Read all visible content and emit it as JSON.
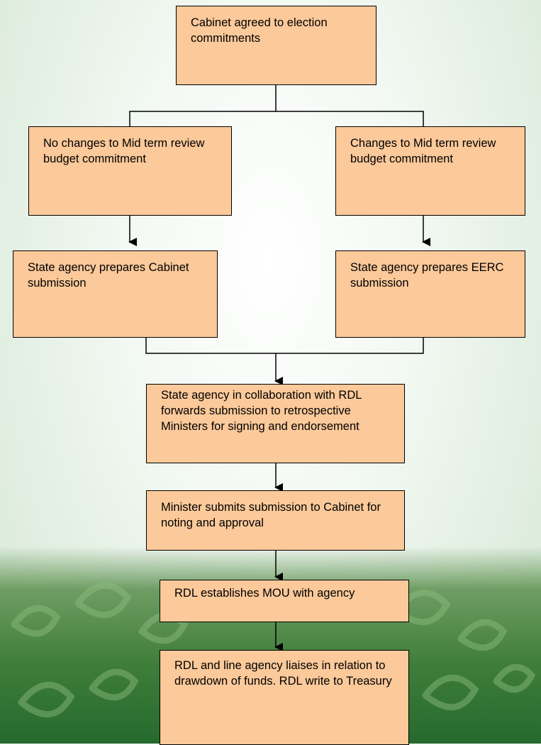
{
  "flowchart": {
    "nodes": {
      "cabinet_agreed": "Cabinet agreed to election commitments",
      "no_changes": "No changes to Mid term review budget commitment",
      "changes": "Changes to Mid term review budget commitment",
      "cabinet_submission": "State agency prepares Cabinet submission",
      "eerc_submission": "State agency prepares EERC submission",
      "forward_submission": "State agency in collaboration with RDL forwards submission to retrospective Ministers for signing and endorsement",
      "minister_submits": "Minister submits submission to Cabinet for noting and approval",
      "mou": "RDL establishes MOU with agency",
      "liaise": "RDL and line agency liaises in relation to drawdown of funds. RDL write to Treasury"
    },
    "edges": [
      [
        "cabinet_agreed",
        "no_changes"
      ],
      [
        "cabinet_agreed",
        "changes"
      ],
      [
        "no_changes",
        "cabinet_submission"
      ],
      [
        "changes",
        "eerc_submission"
      ],
      [
        "cabinet_submission",
        "forward_submission"
      ],
      [
        "eerc_submission",
        "forward_submission"
      ],
      [
        "forward_submission",
        "minister_submits"
      ],
      [
        "minister_submits",
        "mou"
      ],
      [
        "mou",
        "liaise"
      ]
    ],
    "colors": {
      "box_fill": "#fbc99a",
      "box_border": "#000000",
      "background": "#e3efe3",
      "footer_green": "#3f7d3a"
    }
  }
}
